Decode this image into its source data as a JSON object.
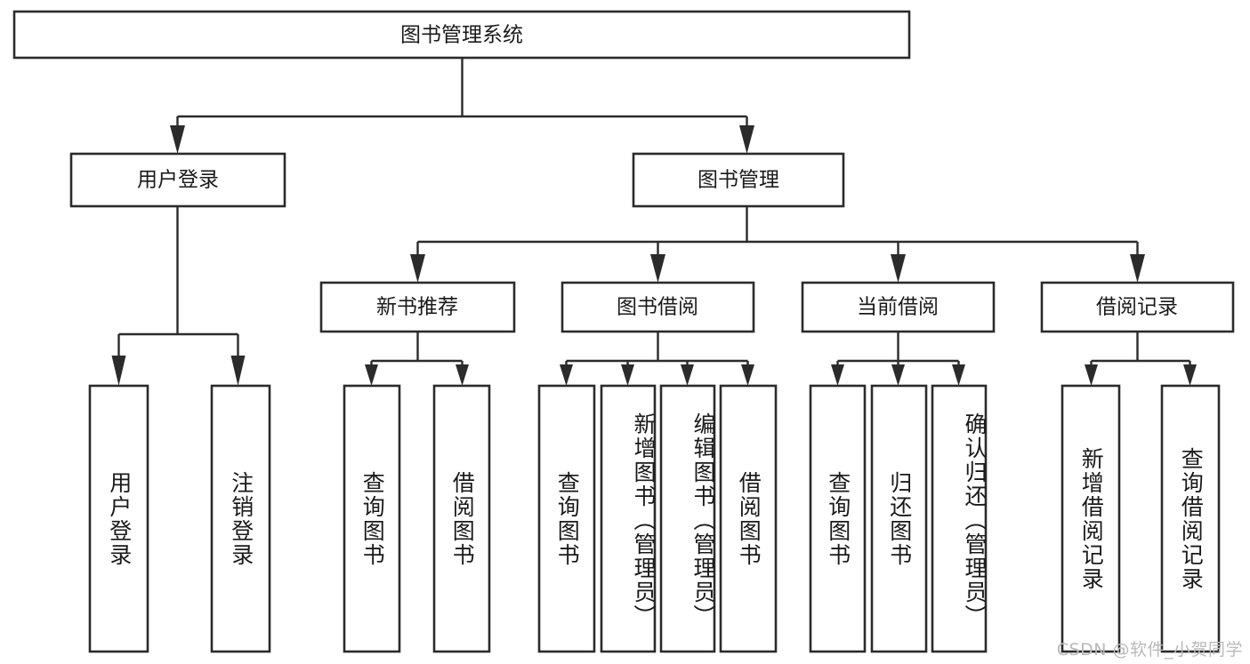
{
  "diagram": {
    "title": "图书管理系统",
    "watermark": "CSDN @软件_小贺同学",
    "nodes": {
      "root": {
        "label": "图书管理系统"
      },
      "level2": [
        {
          "id": "user-login",
          "label": "用户登录"
        },
        {
          "id": "book-manage",
          "label": "图书管理"
        }
      ],
      "level3": [
        {
          "id": "new-book-recommend",
          "label": "新书推荐"
        },
        {
          "id": "book-borrow",
          "label": "图书借阅"
        },
        {
          "id": "current-borrow",
          "label": "当前借阅"
        },
        {
          "id": "borrow-record",
          "label": "借阅记录"
        }
      ],
      "leaves": [
        {
          "id": "leaf-user-login",
          "label": "用户登录",
          "parent": "user-login"
        },
        {
          "id": "leaf-logout-login",
          "label": "注销登录",
          "parent": "user-login"
        },
        {
          "id": "leaf-query-book-1",
          "label": "查询图书",
          "parent": "new-book-recommend"
        },
        {
          "id": "leaf-borrow-book-1",
          "label": "借阅图书",
          "parent": "new-book-recommend"
        },
        {
          "id": "leaf-query-book-2",
          "label": "查询图书",
          "parent": "book-borrow"
        },
        {
          "id": "leaf-add-book",
          "label": "新增图书（管理员）",
          "parent": "book-borrow"
        },
        {
          "id": "leaf-edit-book",
          "label": "编辑图书（管理员）",
          "parent": "book-borrow"
        },
        {
          "id": "leaf-borrow-book-2",
          "label": "借阅图书",
          "parent": "book-borrow"
        },
        {
          "id": "leaf-query-book-3",
          "label": "查询图书",
          "parent": "current-borrow"
        },
        {
          "id": "leaf-return-book",
          "label": "归还图书",
          "parent": "current-borrow"
        },
        {
          "id": "leaf-confirm-return",
          "label": "确认归还（管理员）",
          "parent": "current-borrow"
        },
        {
          "id": "leaf-add-record",
          "label": "新增借阅记录",
          "parent": "borrow-record"
        },
        {
          "id": "leaf-query-record",
          "label": "查询借阅记录",
          "parent": "borrow-record"
        }
      ]
    },
    "colors": {
      "stroke": "#2b2b2b",
      "fill": "#ffffff",
      "text": "#1a1a1a",
      "watermark": "#b9b9b9"
    }
  }
}
